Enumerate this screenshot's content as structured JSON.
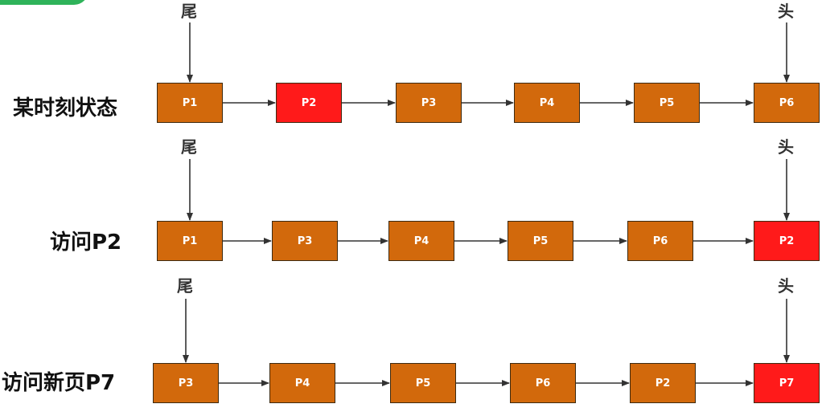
{
  "colors": {
    "node_default": "#d2690c",
    "node_highlight": "#ff1a1a",
    "arrow": "#333333",
    "badge": "#2fb35a"
  },
  "pointers": {
    "tail": "尾",
    "head": "头"
  },
  "rows": [
    {
      "label": "某时刻状态",
      "nodes": [
        {
          "text": "P1",
          "highlight": false
        },
        {
          "text": "P2",
          "highlight": true
        },
        {
          "text": "P3",
          "highlight": false
        },
        {
          "text": "P4",
          "highlight": false
        },
        {
          "text": "P5",
          "highlight": false
        },
        {
          "text": "P6",
          "highlight": false
        }
      ]
    },
    {
      "label": "访问P2",
      "nodes": [
        {
          "text": "P1",
          "highlight": false
        },
        {
          "text": "P3",
          "highlight": false
        },
        {
          "text": "P4",
          "highlight": false
        },
        {
          "text": "P5",
          "highlight": false
        },
        {
          "text": "P6",
          "highlight": false
        },
        {
          "text": "P2",
          "highlight": true
        }
      ]
    },
    {
      "label": "访问新页P7",
      "nodes": [
        {
          "text": "P3",
          "highlight": false
        },
        {
          "text": "P4",
          "highlight": false
        },
        {
          "text": "P5",
          "highlight": false
        },
        {
          "text": "P6",
          "highlight": false
        },
        {
          "text": "P2",
          "highlight": false
        },
        {
          "text": "P7",
          "highlight": true
        }
      ]
    }
  ]
}
